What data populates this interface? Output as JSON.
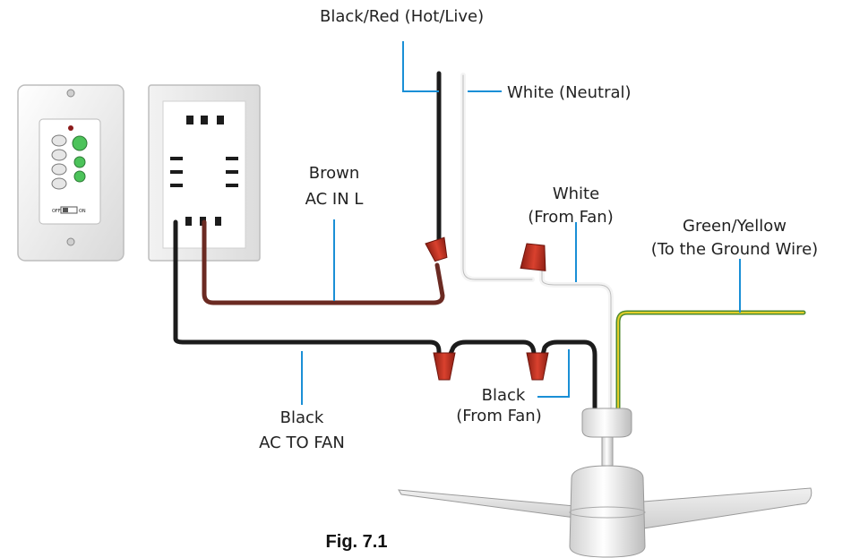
{
  "labels": {
    "hot_live": "Black/Red (Hot/Live)",
    "neutral": "White (Neutral)",
    "brown_line1": "Brown",
    "brown_line2": "AC IN L",
    "white_fan_line1": "White",
    "white_fan_line2": "(From Fan)",
    "ground_line1": "Green/Yellow",
    "ground_line2": "(To the Ground Wire)",
    "black_fan_line1": "Black",
    "black_fan_line2": "(From Fan)",
    "black_ac_line1": "Black",
    "black_ac_line2": "AC TO FAN"
  },
  "figure_caption": "Fig. 7.1",
  "wall_control": {
    "off_label": "OFF",
    "on_label": "ON"
  },
  "colors": {
    "leader": "#1a8fd6",
    "black_wire": "#1c1c1c",
    "brown_wire": "#6b2a22",
    "white_wire": "#f4f4f4",
    "ground_green": "#4c8a2e",
    "ground_yellow": "#e3cf2a",
    "wire_nut": "#c0392b",
    "button_green": "#4cc35a"
  }
}
